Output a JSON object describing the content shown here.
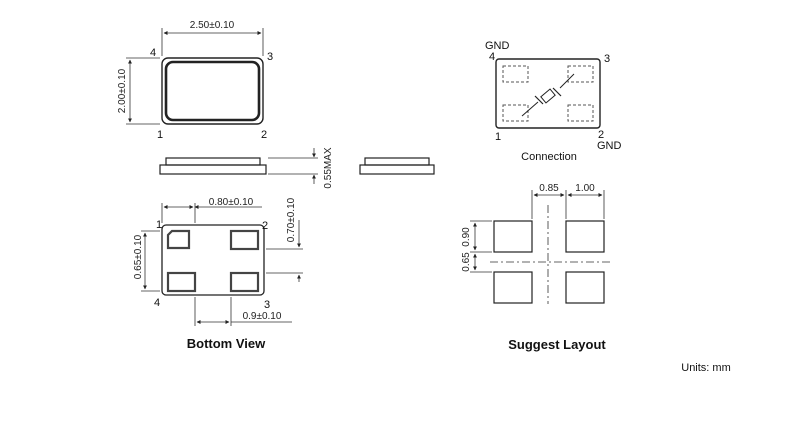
{
  "top_view": {
    "width_dim": "2.50±0.10",
    "height_dim": "2.00±0.10",
    "pins": [
      "1",
      "2",
      "3",
      "4"
    ]
  },
  "side_view": {
    "thickness_dim": "0.55MAX"
  },
  "bottom_view": {
    "pad_pitch_dim": "0.80±0.10",
    "pad_height_dim": "0.70±0.10",
    "pad_spacing_dim": "0.65±0.10",
    "pad_width_dim": "0.9±0.10",
    "pins": [
      "1",
      "2",
      "3",
      "4"
    ],
    "caption": "Bottom View"
  },
  "connection": {
    "caption": "Connection",
    "gnd_labels": [
      "GND",
      "GND"
    ],
    "pins": [
      "4",
      "3",
      "1",
      "2"
    ]
  },
  "suggest_layout": {
    "dim_gap": "0.85",
    "dim_pad_width": "1.00",
    "dim_pad_height": "0.90",
    "dim_vgap": "0.65",
    "caption": "Suggest Layout"
  },
  "units_note": "Units: mm",
  "colors": {
    "line": "#222222",
    "pad": "#444444",
    "dim_line": "#333333"
  }
}
